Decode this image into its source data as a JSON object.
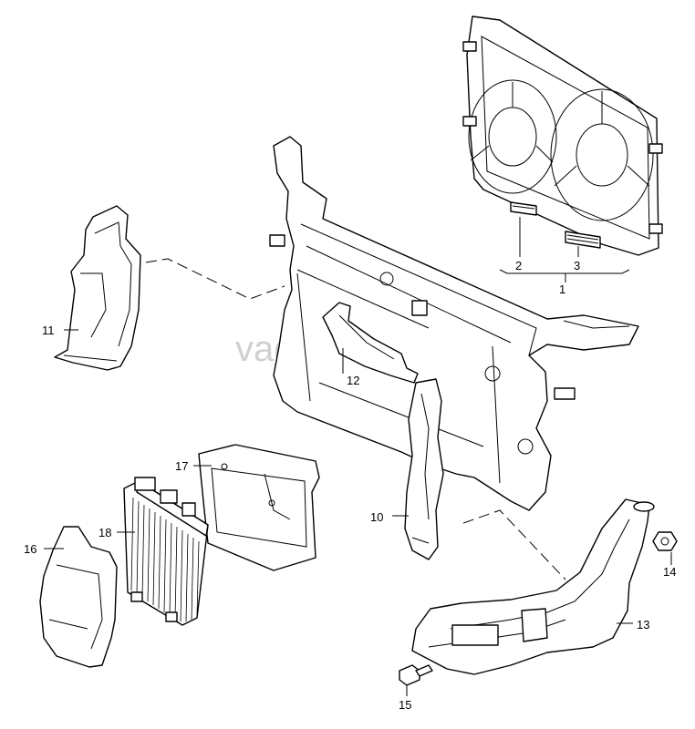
{
  "watermark": "vagtec.ru",
  "callouts": {
    "c1": "1",
    "c2": "2",
    "c3": "3",
    "c10": "10",
    "c11": "11",
    "c12": "12",
    "c13": "13",
    "c14": "14",
    "c15": "15",
    "c16": "16",
    "c17": "17",
    "c18": "18"
  }
}
